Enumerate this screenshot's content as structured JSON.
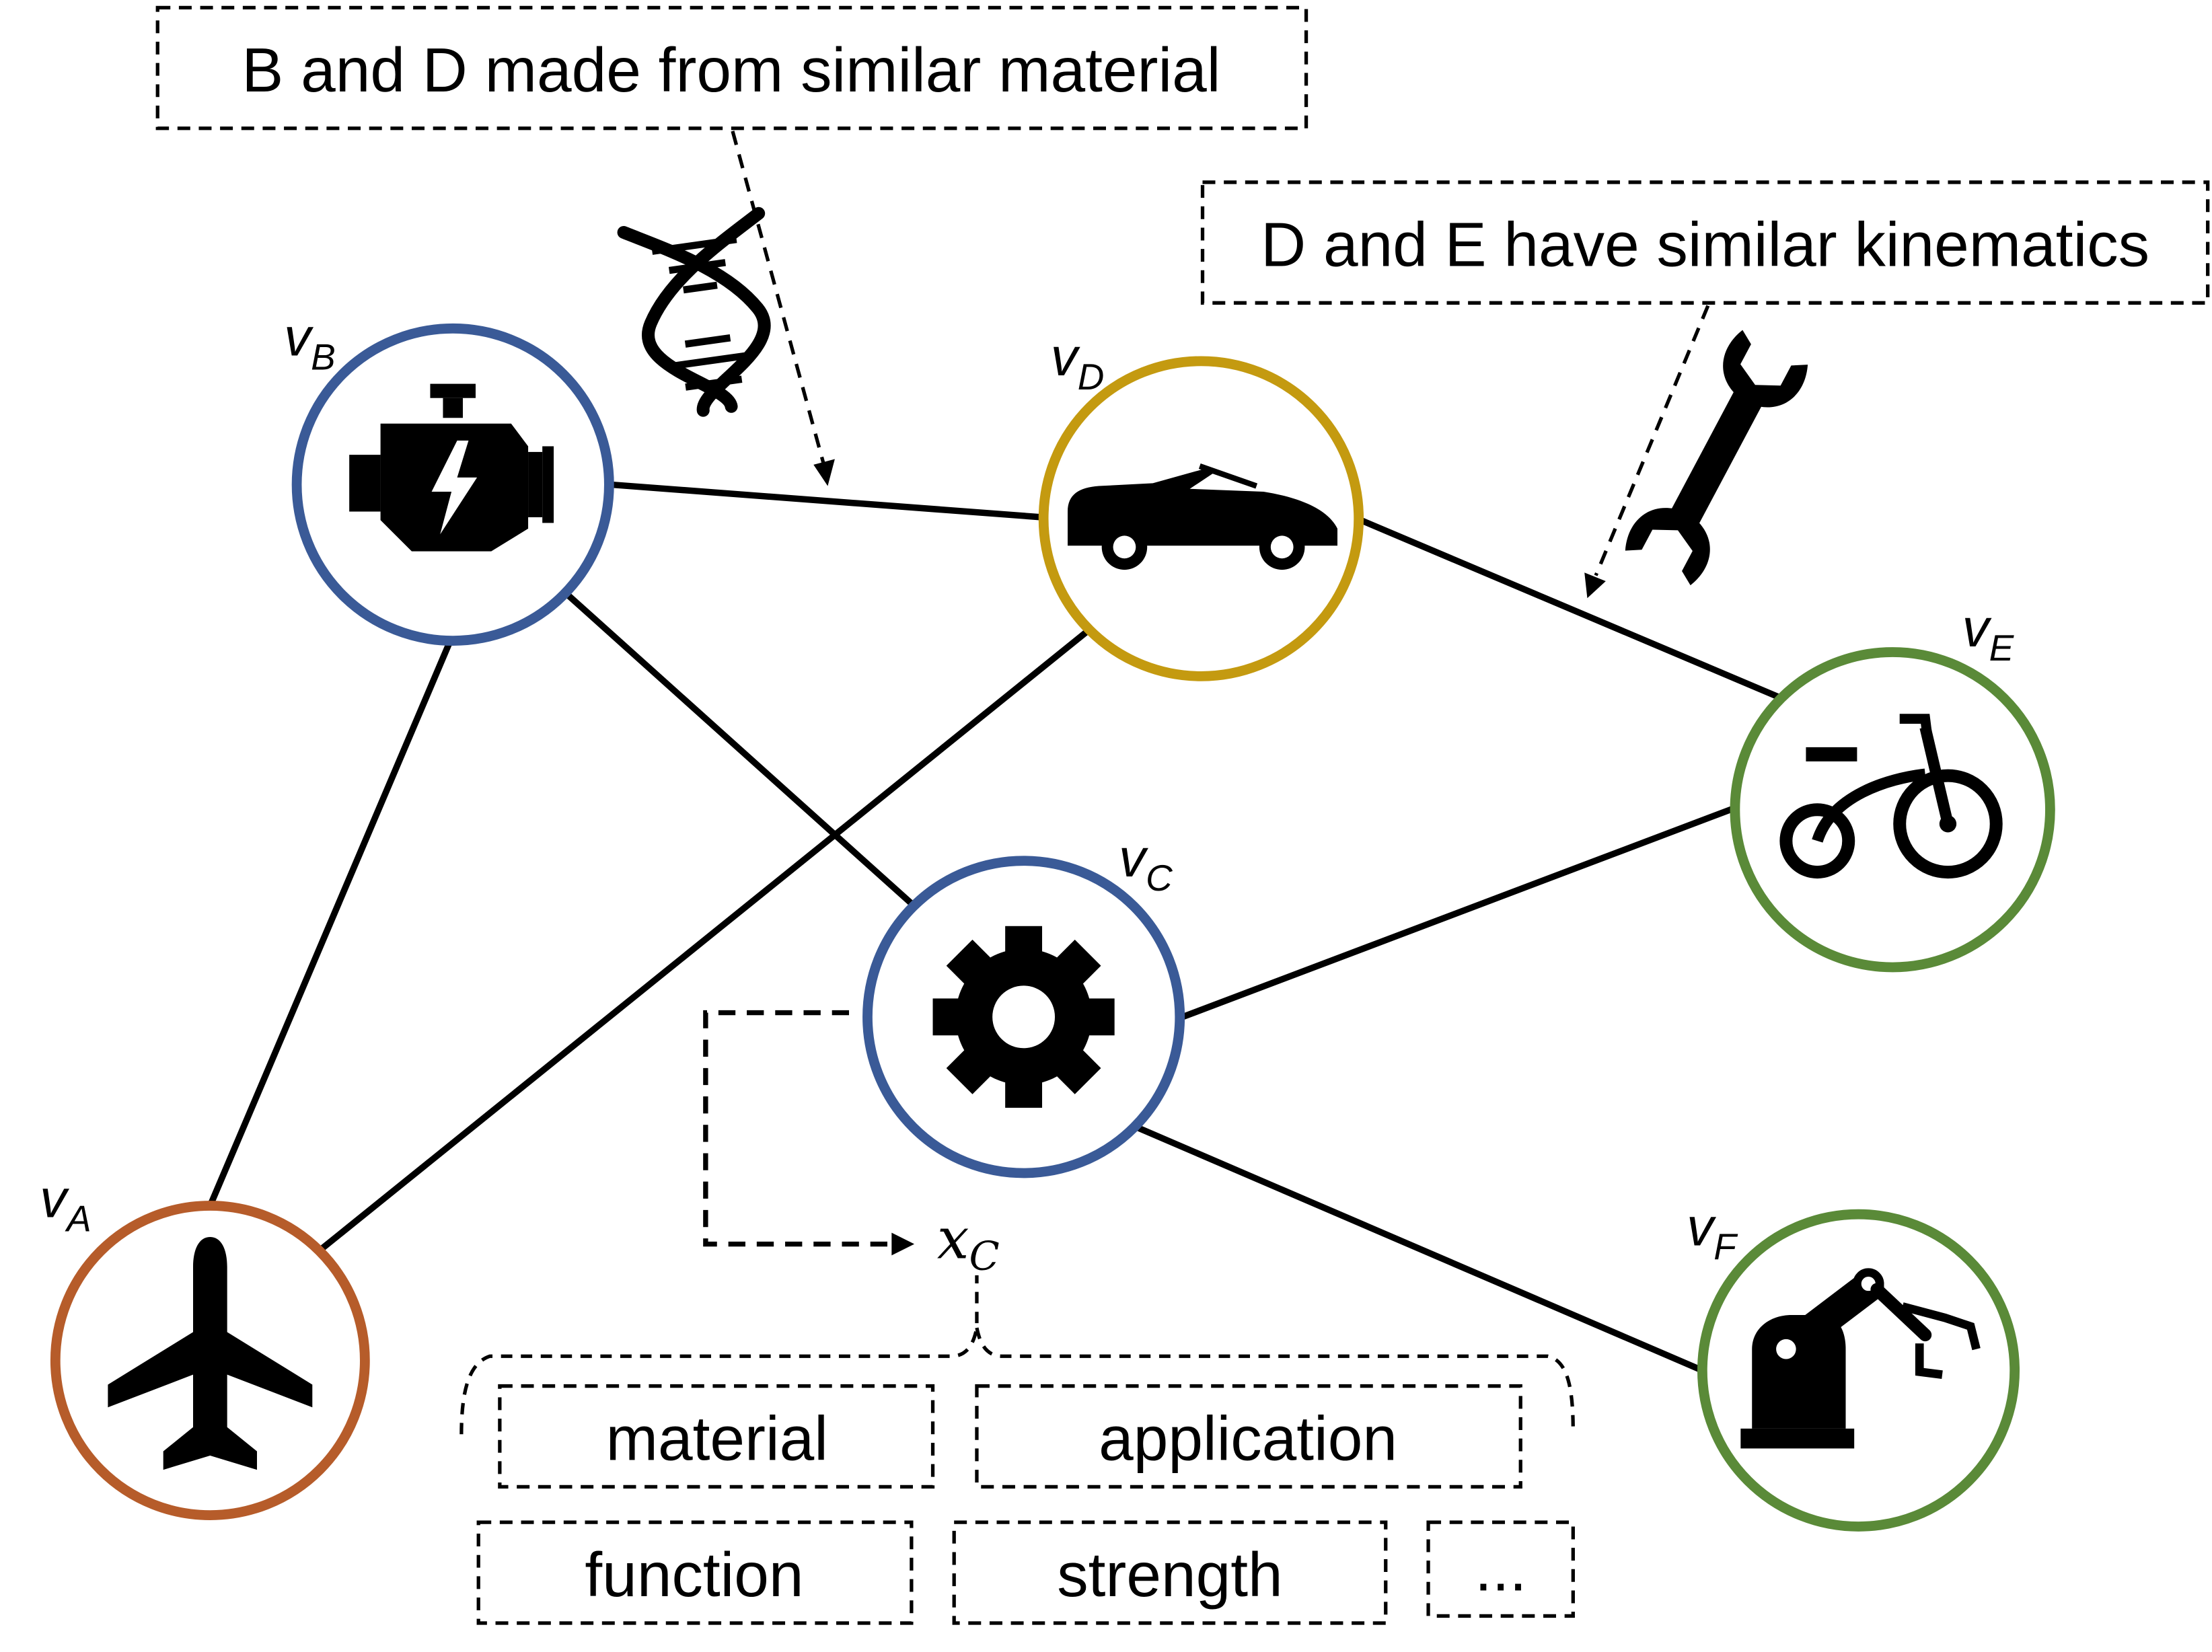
{
  "annotations": {
    "material_note": "B and D made from similar material",
    "kinematics_note": "D and E have similar kinematics"
  },
  "nodes": [
    {
      "id": "A",
      "label_main": "v",
      "label_sub": "A",
      "icon": "airplane-icon",
      "color": "#b65c2a"
    },
    {
      "id": "B",
      "label_main": "v",
      "label_sub": "B",
      "icon": "engine-icon",
      "color": "#3a5a97"
    },
    {
      "id": "C",
      "label_main": "v",
      "label_sub": "C",
      "icon": "gear-icon",
      "color": "#3a5a97"
    },
    {
      "id": "D",
      "label_main": "v",
      "label_sub": "D",
      "icon": "car-icon",
      "color": "#c49a10"
    },
    {
      "id": "E",
      "label_main": "v",
      "label_sub": "E",
      "icon": "tricycle-icon",
      "color": "#5a8a38"
    },
    {
      "id": "F",
      "label_main": "v",
      "label_sub": "F",
      "icon": "robot-arm-icon",
      "color": "#5a8a38"
    }
  ],
  "edges": [
    [
      "A",
      "B"
    ],
    [
      "A",
      "D"
    ],
    [
      "B",
      "D"
    ],
    [
      "B",
      "C"
    ],
    [
      "C",
      "E"
    ],
    [
      "C",
      "F"
    ],
    [
      "D",
      "E"
    ]
  ],
  "feature": {
    "symbol": "x",
    "subscript": "C"
  },
  "attributes": [
    "material",
    "application",
    "function",
    "strength",
    "..."
  ],
  "icons": {
    "dna": "dna-icon",
    "wrench": "wrench-icon"
  }
}
